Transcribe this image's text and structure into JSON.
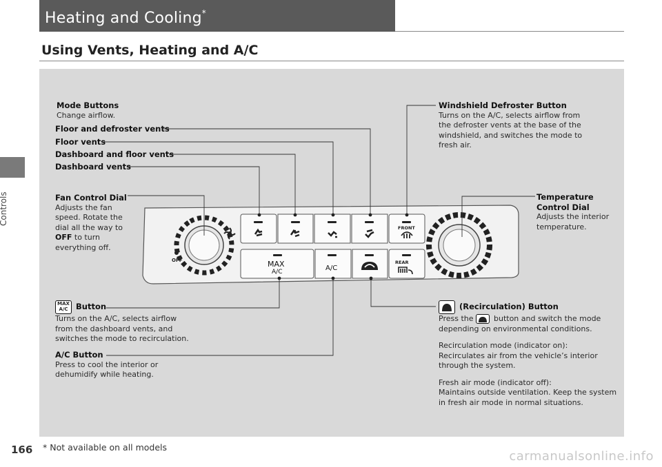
{
  "section": {
    "title": "Heating and Cooling",
    "title_mark": "*",
    "subtitle": "Using Vents, Heating and A/C"
  },
  "sidebar": {
    "label": "Controls"
  },
  "labels": {
    "mode_buttons": {
      "heading": "Mode Buttons",
      "desc": "Change airflow."
    },
    "floor_defroster": "Floor and defroster vents",
    "floor_vents": "Floor vents",
    "dash_floor": "Dashboard and floor vents",
    "dash_vents": "Dashboard vents",
    "fan_dial": {
      "heading": "Fan Control Dial",
      "line1": "Adjusts the fan",
      "line2": "speed. Rotate the",
      "line3": "dial all the way to",
      "off": "OFF",
      "line4": " to turn",
      "line5": "everything off."
    },
    "windshield": {
      "heading": "Windshield Defroster Button",
      "line1": "Turns on the A/C, selects airflow from",
      "line2": "the defroster vents at the base of the",
      "line3": "windshield, and switches the mode to",
      "line4": "fresh air."
    },
    "temp": {
      "heading1": "Temperature",
      "heading2": "Control Dial",
      "line1": "Adjusts the interior",
      "line2": "temperature."
    },
    "max_ac": {
      "heading": "Button",
      "line1": "Turns on the A/C, selects airflow",
      "line2": "from the dashboard vents, and",
      "line3": "switches the mode to recirculation."
    },
    "ac": {
      "heading": "A/C Button",
      "line1": "Press to cool the interior or",
      "line2": "dehumidify while heating."
    },
    "recirc": {
      "heading": "(Recirculation) Button",
      "press": "Press the",
      "press2": "button and switch the mode",
      "line1": "depending on environmental conditions.",
      "on_h": "Recirculation mode (indicator on):",
      "on_1": "Recirculates air from the vehicle’s interior",
      "on_2": "through the system.",
      "off_h": "Fresh air mode (indicator off):",
      "off_1": "Maintains outside ventilation. Keep the system",
      "off_2": "in fresh air mode in normal situations."
    }
  },
  "panel_text": {
    "max": "MAX",
    "ac_small": "A/C",
    "ac": "A/C",
    "front": "FRONT",
    "rear": "REAR",
    "off": "OFF",
    "badge_max": "MAX",
    "badge_ac": "A/C"
  },
  "footer": {
    "page": "166",
    "note": "* Not available on all models",
    "watermark": "carmanualsonline.info"
  }
}
